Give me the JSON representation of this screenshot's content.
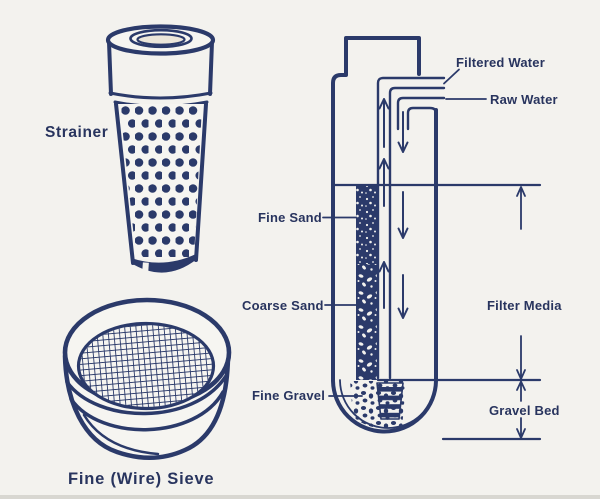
{
  "palette": {
    "ink": "#2b3a6a",
    "background": "#f3f2ee",
    "scan_edge": "#b9b5ac"
  },
  "figures": {
    "strainer": {
      "label": "Strainer"
    },
    "sieve": {
      "label": "Fine (Wire) Sieve"
    },
    "filter": {
      "flow_labels": {
        "filtered_water": "Filtered Water",
        "raw_water": "Raw Water"
      },
      "media_labels": {
        "fine_sand": "Fine Sand",
        "coarse_sand": "Coarse Sand",
        "fine_gravel": "Fine Gravel"
      },
      "dimension_labels": {
        "filter_media": "Filter Media",
        "gravel_bed": "Gravel Bed"
      }
    }
  }
}
